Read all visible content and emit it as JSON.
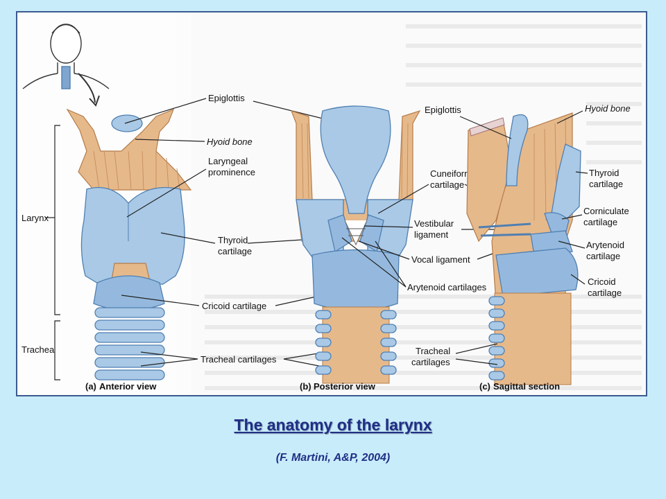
{
  "title": "The anatomy of the larynx",
  "citation": "(F. Martini, A&P, 2004)",
  "figure": {
    "panels": [
      {
        "caption_letter": "(a)",
        "caption_text": "Anterior view"
      },
      {
        "caption_letter": "(b)",
        "caption_text": "Posterior view"
      },
      {
        "caption_letter": "(c)",
        "caption_text": "Sagittal section"
      }
    ],
    "labels": {
      "larynx": "Larynx",
      "trachea": "Trachea",
      "epiglottis": "Epiglottis",
      "hyoid_bone": "Hyoid bone",
      "laryngeal_prominence_1": "Laryngeal",
      "laryngeal_prominence_2": "prominence",
      "thyroid_cartilage_1": "Thyroid",
      "thyroid_cartilage_2": "cartilage",
      "cricoid_cartilage": "Cricoid cartilage",
      "tracheal_cartilages": "Tracheal cartilages",
      "cuneiform_cartilage_1": "Cuneiform",
      "cuneiform_cartilage_2": "cartilage",
      "vestibular_ligament_1": "Vestibular",
      "vestibular_ligament_2": "ligament",
      "vocal_ligament": "Vocal ligament",
      "arytenoid_cartilages": "Arytenoid cartilages",
      "c_epiglottis": "Epiglottis",
      "c_hyoid_bone": "Hyoid bone",
      "c_thyroid_1": "Thyroid",
      "c_thyroid_2": "cartilage",
      "c_corniculate_1": "Corniculate",
      "c_corniculate_2": "cartilage",
      "c_arytenoid_1": "Arytenoid",
      "c_arytenoid_2": "cartilage",
      "c_cricoid_1": "Cricoid",
      "c_cricoid_2": "cartilage",
      "c_tracheal_1": "Tracheal",
      "c_tracheal_2": "cartilages"
    }
  }
}
